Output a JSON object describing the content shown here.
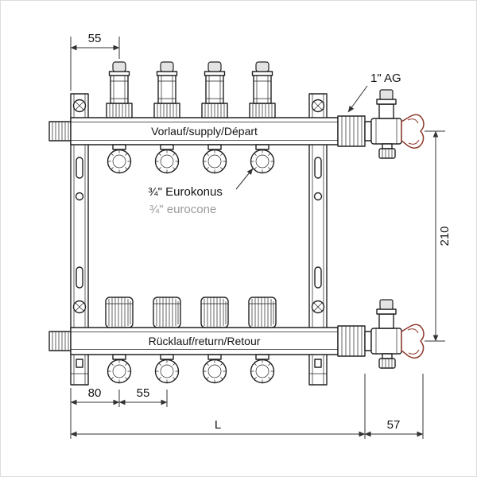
{
  "labels": {
    "supply": "Vorlauf/supply/Départ",
    "return": "Rücklauf/return/Retour",
    "eurokonus": "¾\" Eurokonus",
    "eurocone": "¾\" eurocone",
    "connection_size": "1\" AG"
  },
  "dimensions": {
    "top_spacing": "55",
    "center_height": "210",
    "left_offset": "80",
    "outlet_spacing": "55",
    "total_length": "L",
    "valve_width": "57"
  },
  "colors": {
    "line": "#222222",
    "dim": "#333333",
    "handle": "#8f3a2c",
    "muted": "#9b9b9b",
    "cap_fill": "#e3e3e3"
  }
}
